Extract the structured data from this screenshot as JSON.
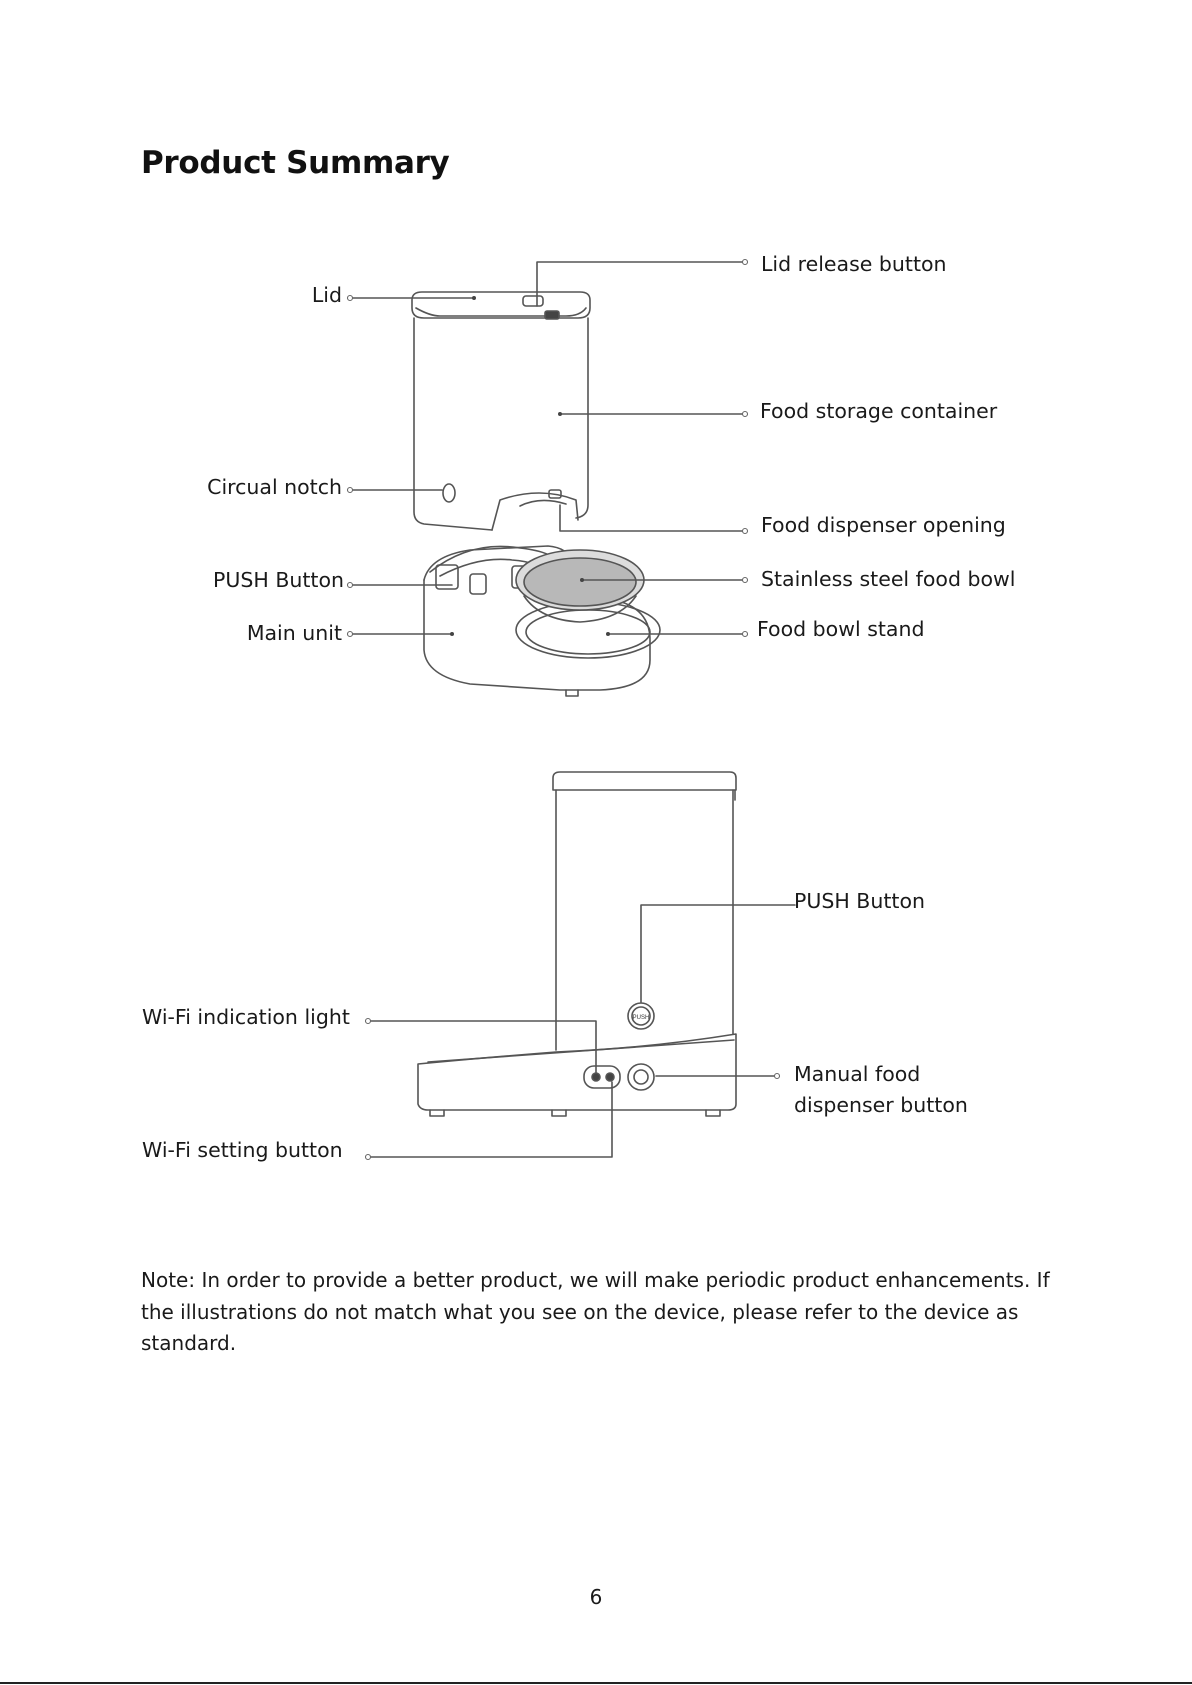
{
  "page": {
    "title": "Product Summary",
    "page_number": "6"
  },
  "labels": {
    "lid": "Lid",
    "lid_release_button": "Lid release button",
    "food_storage_container": "Food storage container",
    "circual_notch": "Circual notch",
    "food_dispenser_opening": "Food dispenser opening",
    "push_button_front": "PUSH Button",
    "stainless_steel_food_bowl": "Stainless steel food bowl",
    "main_unit": "Main unit",
    "food_bowl_stand": "Food bowl stand",
    "push_button_rear": "PUSH Button",
    "wifi_indication_light": "Wi-Fi indication light",
    "manual_food_line1": "Manual food",
    "manual_food_line2": "dispenser button",
    "wifi_setting_button": "Wi-Fi setting button",
    "push_mini_text": "PUSH"
  },
  "note": "Note: In order to provide a better product, we will make periodic product enhancements. If the illustrations do not match what you see on the device, please refer to the device as standard.",
  "colors": {
    "line": "#555555",
    "bowl_fill": "#b8b8b8",
    "bowl_rim": "#dcdcdc"
  }
}
